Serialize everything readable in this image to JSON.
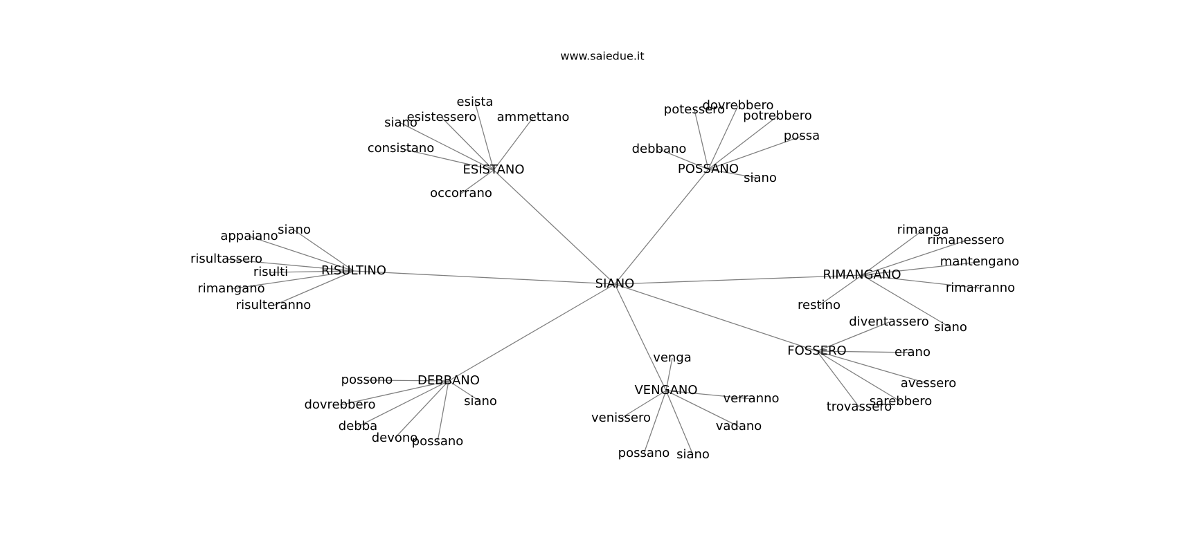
{
  "title": "www.saiedue.it",
  "colors": {
    "edge": "#808080",
    "text": "#000000",
    "background": "#ffffff"
  },
  "graph": {
    "root": "SIANO",
    "groups": [
      {
        "hub": "ESISTANO",
        "leaves": [
          "esista",
          "esistessero",
          "ammettano",
          "siano",
          "consistano",
          "occorrano"
        ]
      },
      {
        "hub": "POSSANO",
        "leaves": [
          "potessero",
          "dovrebbero",
          "potrebbero",
          "possa",
          "debbano",
          "siano"
        ]
      },
      {
        "hub": "RISULTINO",
        "leaves": [
          "siano",
          "appaiano",
          "risultassero",
          "risulti",
          "rimangano",
          "risulteranno"
        ]
      },
      {
        "hub": "RIMANGANO",
        "leaves": [
          "rimanga",
          "rimanessero",
          "mantengano",
          "rimarranno",
          "restino",
          "siano"
        ]
      },
      {
        "hub": "FOSSERO",
        "leaves": [
          "diventassero",
          "erano",
          "avessero",
          "sarebbero",
          "trovassero"
        ]
      },
      {
        "hub": "DEBBANO",
        "leaves": [
          "possono",
          "dovrebbero",
          "debba",
          "devono",
          "possano",
          "siano"
        ]
      },
      {
        "hub": "VENGANO",
        "leaves": [
          "venga",
          "verranno",
          "venissero",
          "vadano",
          "possano",
          "siano"
        ]
      }
    ]
  }
}
